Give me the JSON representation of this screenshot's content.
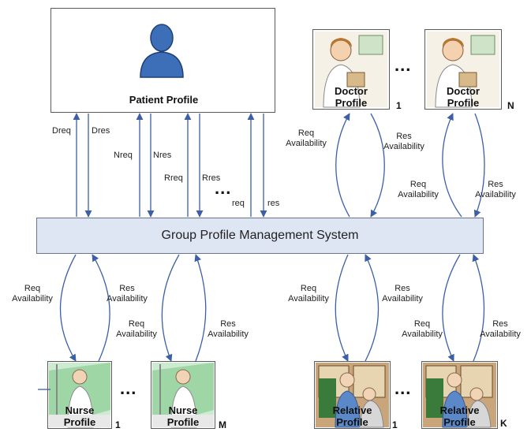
{
  "patient": {
    "label": "Patient Profile"
  },
  "doctors": [
    {
      "line1": "Doctor",
      "line2": "Profile",
      "index": "1"
    },
    {
      "line1": "Doctor",
      "line2": "Profile",
      "index": "N"
    }
  ],
  "nurses": [
    {
      "line1": "Nurse",
      "line2": "Profile",
      "index": "1"
    },
    {
      "line1": "Nurse",
      "line2": "Profile",
      "index": "M"
    }
  ],
  "relatives": [
    {
      "line1": "Relative",
      "line2": "Profile",
      "index": "1"
    },
    {
      "line1": "Relative",
      "line2": "Profile",
      "index": "K"
    }
  ],
  "gpms": {
    "label": "Group Profile Management System"
  },
  "ellipsis": "...",
  "top_links": {
    "dreq": "Dreq",
    "dres": "Dres",
    "nreq": "Nreq",
    "nres": "Nres",
    "rreq": "Rreq",
    "rres": "Rres",
    "req": "req",
    "res": "res"
  },
  "availability": {
    "req1": "Req",
    "req2": "Availability",
    "res1": "Res",
    "res2": "Availability"
  }
}
